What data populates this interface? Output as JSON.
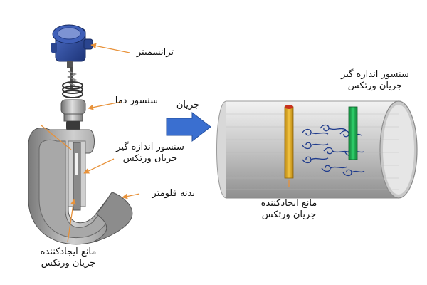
{
  "labels": {
    "transmitter": "ترانسمیتر",
    "temp_sensor": "سنسور دما",
    "vortex_sensor_left_l1": "سنسور اندازه گیر",
    "vortex_sensor_left_l2": "جریان ورتکس",
    "meter_body": "بدنه فلومتر",
    "bluff_left_l1": "مانع ایجادکننده",
    "bluff_left_l2": "جریان ورتکس",
    "flow": "جریان",
    "vortex_sensor_right_l1": "سنسور اندازه گیر",
    "vortex_sensor_right_l2": "جریان ورتکس",
    "bluff_right_l1": "مانع ایجادکننده",
    "bluff_right_l2": "جریان ورتکس"
  },
  "colors": {
    "leader_line": "#e8923a",
    "flow_arrow": "#3a6fd0",
    "bluff_body": "#d9a422",
    "sensor_bar": "#1faa4f",
    "vortex": "#1f3b8c",
    "transmitter_blue": "#2d4c9c"
  }
}
